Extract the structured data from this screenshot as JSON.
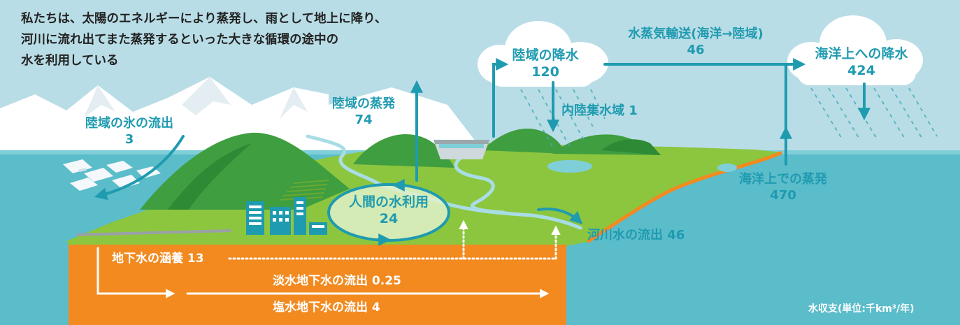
{
  "intro": {
    "lines": [
      "私たちは、太陽のエネルギーにより蒸発し、雨として地上に降り、",
      "河川に流れ出てまた蒸発するといった大きな循環の途中の",
      "水を利用している"
    ]
  },
  "flows": {
    "ice_outflow": {
      "label": "陸域の氷の流出",
      "value": "3"
    },
    "land_evaporation": {
      "label": "陸域の蒸発",
      "value": "74"
    },
    "land_precipitation": {
      "label": "陸域の降水",
      "value": "120"
    },
    "vapor_transport": {
      "label": "水蒸気輸送(海洋→陸域)",
      "value": "46"
    },
    "ocean_precipitation": {
      "label": "海洋上への降水",
      "value": "424"
    },
    "inland_basin": {
      "label": "内陸集水域 1"
    },
    "human_use": {
      "label": "人間の水利用",
      "value": "24"
    },
    "ocean_evaporation": {
      "label": "海洋上での蒸発",
      "value": "470"
    },
    "river_outflow": {
      "label": "河川水の流出 46"
    },
    "groundwater_recharge": {
      "label": "地下水の涵養 13"
    },
    "fresh_groundwater": {
      "label": "淡水地下水の流出 0.25"
    },
    "saline_groundwater": {
      "label": "塩水地下水の流出 4"
    }
  },
  "footer": {
    "units": "水収支(単位:千km³/年)"
  },
  "colors": {
    "sky": "#b9dde6",
    "sea": "#5bbcca",
    "land": "#8cc63f",
    "mountain": "#3f9e3f",
    "ground": "#f28a20",
    "arrow": "#1f9bb0",
    "cloud": "#ffffff"
  }
}
